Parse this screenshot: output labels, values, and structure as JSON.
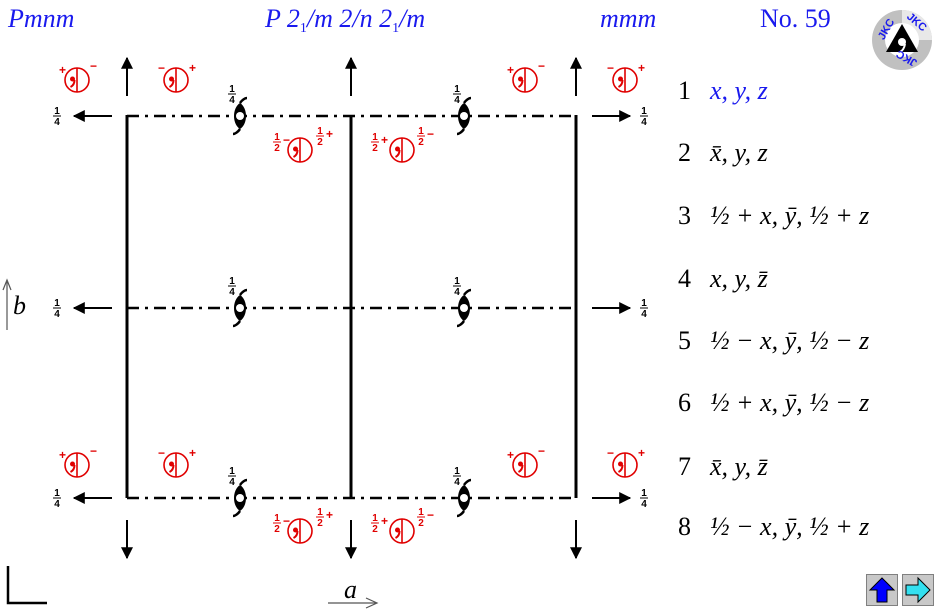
{
  "header": {
    "short_symbol": "Pmnm",
    "full_symbol_parts": [
      "P 2",
      "1",
      "/m 2/n 2",
      "1",
      "/m"
    ],
    "point_group": "mmm",
    "number_label": "No. 59"
  },
  "logo": {
    "text": "JKC",
    "name": "jkc-logo"
  },
  "axes": {
    "a_label": "a",
    "b_label": "b"
  },
  "colors": {
    "title_blue": "#1a1aee",
    "symmetry_red": "#e00000",
    "black": "#000000",
    "nav_blue": "#0000ff",
    "nav_cyan": "#33e0f0"
  },
  "diagram": {
    "height_quarter": "1/4",
    "half": "1/2",
    "plus": "+",
    "minus": "−",
    "origin_corner": "origin-marker"
  },
  "operations": [
    {
      "n": "1",
      "expr": "x, y, z"
    },
    {
      "n": "2",
      "expr": "x̄, y, z"
    },
    {
      "n": "3",
      "expr": "½ + x, ȳ, ½ + z"
    },
    {
      "n": "4",
      "expr": "x, y, z̄"
    },
    {
      "n": "5",
      "expr": "½ − x, ȳ, ½ − z"
    },
    {
      "n": "6",
      "expr": "½ + x, ȳ, ½ − z"
    },
    {
      "n": "7",
      "expr": "x̄, y, z̄"
    },
    {
      "n": "8",
      "expr": "½ − x, ȳ, ½ + z"
    }
  ],
  "nav": {
    "up_label": "up",
    "next_label": "next"
  }
}
